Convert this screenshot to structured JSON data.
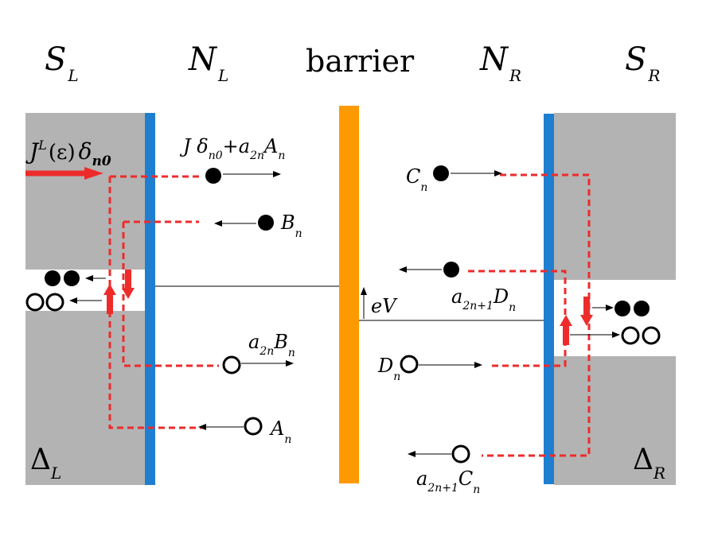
{
  "headers": {
    "sl": {
      "main": "S",
      "sub": "L"
    },
    "nl": {
      "main": "N",
      "sub": "L"
    },
    "barrier": "barrier",
    "nr": {
      "main": "N",
      "sub": "R"
    },
    "sr": {
      "main": "S",
      "sub": "R"
    }
  },
  "labels": {
    "incoming_J": "J",
    "incoming_L": "L",
    "incoming_eps": "(ε)",
    "incoming_delta": "δ",
    "incoming_n0": "n0",
    "top_J": "J δ",
    "top_n0": "n0",
    "top_plus_a": "+a",
    "top_2n": "2n",
    "top_A": "A",
    "n": "n",
    "B": "B",
    "a2nBn_a": "a",
    "a2nBn_2n": "2n",
    "a2nBn_B": "B",
    "A": "A",
    "C": "C",
    "D": "D",
    "eV": "eV",
    "a2n1Dn_a": "a",
    "a2n1Dn_sub": "2n+1",
    "a2n1Dn_D": "D",
    "a2n1Cn_a": "a",
    "a2n1Cn_sub": "2n+1",
    "a2n1Cn_C": "C",
    "delta_L": {
      "main": "Δ",
      "sub": "L"
    },
    "delta_R": {
      "main": "Δ",
      "sub": "R"
    }
  },
  "colors": {
    "superconductor": "#b3b3b3",
    "interface": "#1e7fd0",
    "barrier": "#ff9900",
    "path": "#ee2b2b"
  }
}
